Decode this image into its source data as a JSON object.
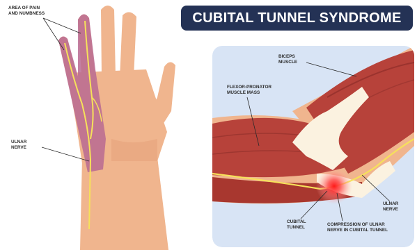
{
  "title": "CUBITAL TUNNEL SYNDROME",
  "hand": {
    "pain_label": "AREA OF PAIN\nAND NUMBNESS",
    "nerve_label": "ULNAR\nNERVE"
  },
  "elbow": {
    "biceps_label": "BICEPS\nMUSCLE",
    "flexor_label": "FLEXOR-PRONATOR\nMUSCLE  MASS",
    "ulnar_label": "ULNAR\nNERVE",
    "tunnel_label": "CUBITAL\nTUNNEL",
    "compression_label": "COMPRESSION OF ULNAR\nNERVE IN CUBITAL TUNNEL"
  },
  "colors": {
    "banner": "#243255",
    "skin": "#f0b58e",
    "skin_shade": "#e39f78",
    "pain_zone": "#b96a92",
    "nerve": "#f6e15a",
    "muscle": "#b7423a",
    "muscle_dark": "#8e2e2a",
    "tendon": "#fbf2e0",
    "panel": "#d8e4f5",
    "inflammation": "#ff2a2a"
  }
}
